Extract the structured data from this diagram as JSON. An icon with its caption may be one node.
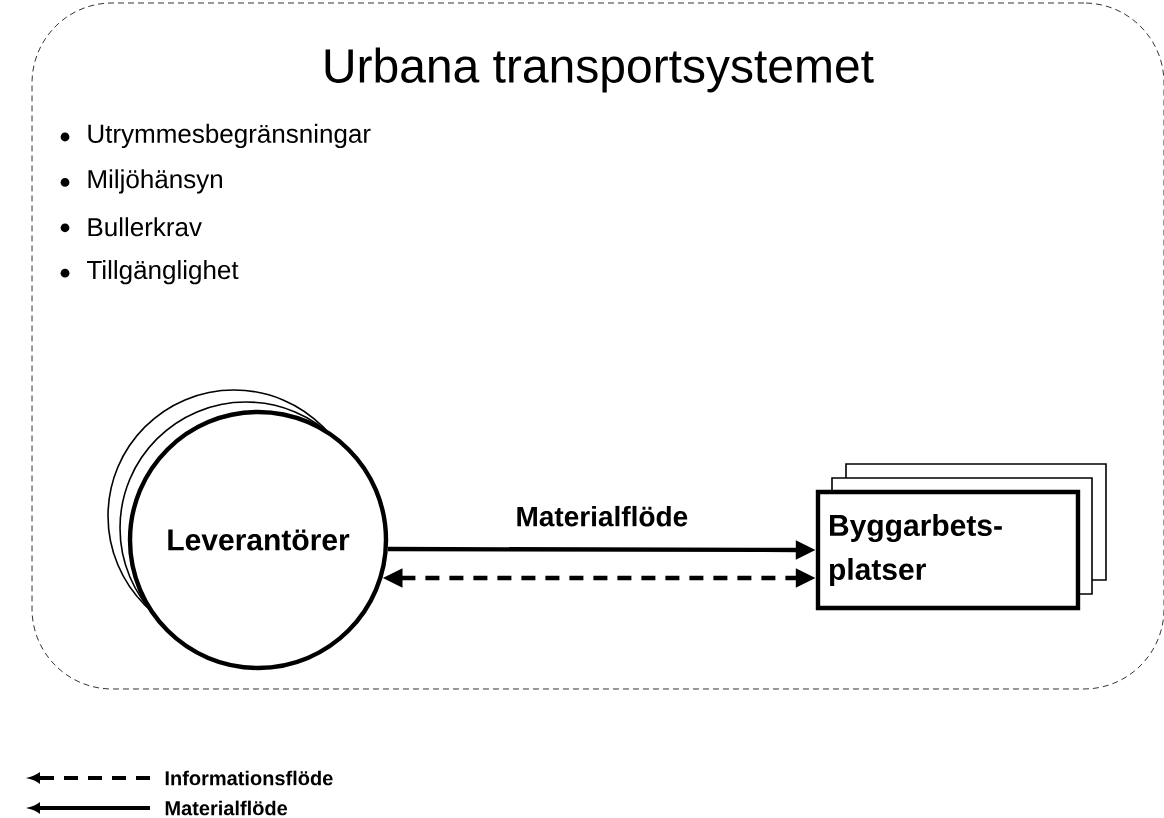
{
  "diagram": {
    "nodes": [
      {
        "text": [
          "Urbana transportsystemet",
          "Utrymmesbegränsningar",
          "Miljöhänsyn",
          "Bullerkrav",
          "Tillgänglighet"
        ]
      },
      {
        "text": [
          "Leverantörer"
        ],
        "in": 0
      },
      {
        "text": [
          "Byggarbets- platser"
        ],
        "in": 0
      }
    ],
    "edges": [
      {
        "from": 1,
        "to": 2,
        "arrow": "to",
        "label": "Materialflöde"
      },
      {
        "from": 1,
        "to": 2,
        "arrow": "both",
        "style": "dashed"
      }
    ],
    "legend": [
      {
        "text": "Informationsflöde"
      },
      {
        "text": "Materialflöde"
      }
    ]
  }
}
